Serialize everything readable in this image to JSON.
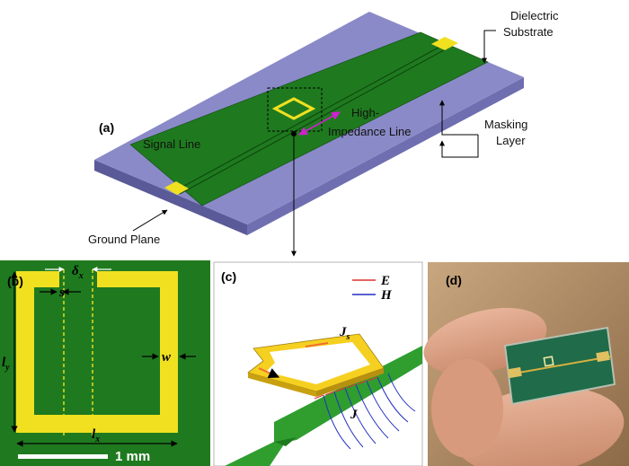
{
  "panels": {
    "a": "(a)",
    "b": "(b)",
    "c": "(c)",
    "d": "(d)"
  },
  "labels_a": {
    "dielectric": [
      "Dielectric",
      "Substrate"
    ],
    "masking": [
      "Masking",
      "Layer"
    ],
    "high_impedance": [
      "High-",
      "Impedance Line"
    ],
    "signal_line": "Signal Line",
    "ground_plane": "Ground Plane"
  },
  "labels_b": {
    "delta": "δ",
    "delta_sub": "x",
    "s": "s",
    "w": "w",
    "ly": "l",
    "ly_sub": "y",
    "lx": "l",
    "lx_sub": "x",
    "scale": "1 mm"
  },
  "labels_c": {
    "E": "E",
    "H": "H",
    "Js": "J",
    "Js_sub": "s",
    "J": "J"
  },
  "colors": {
    "board_green": "#1f7a1f",
    "substrate": "#8a8ac8",
    "gold": "#f0e020",
    "E_legend": "#e03030",
    "H_legend": "#2030c0"
  }
}
